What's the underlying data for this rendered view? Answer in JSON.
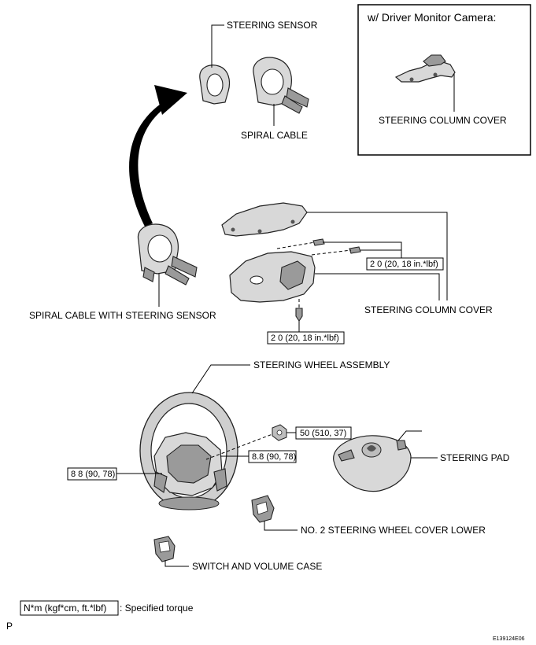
{
  "inset": {
    "title": "w/ Driver Monitor Camera:",
    "cover_label": "STEERING COLUMN COVER"
  },
  "labels": {
    "steering_sensor": "STEERING SENSOR",
    "spiral_cable": "SPIRAL CABLE",
    "spiral_cable_with_sensor": "SPIRAL CABLE WITH STEERING SENSOR",
    "steering_column_cover": "STEERING COLUMN COVER",
    "steering_wheel_assembly": "STEERING WHEEL ASSEMBLY",
    "steering_pad": "STEERING PAD",
    "no2_cover_lower": "NO. 2 STEERING WHEEL COVER LOWER",
    "switch_volume_case": "SWITCH AND VOLUME CASE"
  },
  "torques": {
    "cover_screw_upper": "2 0 (20, 18 in.*lbf)",
    "cover_screw_lower": "2 0 (20, 18 in.*lbf)",
    "wheel_nut": "50 (510, 37)",
    "pad_screw_right": "8.8 (90, 78)",
    "pad_screw_left": "8 8 (90, 78)"
  },
  "legend": {
    "unit_box": "N*m (kgf*cm, ft.*lbf)",
    "description": ": Specified torque"
  },
  "footer": {
    "left_mark": "P",
    "figure_code": "E139124E06"
  }
}
